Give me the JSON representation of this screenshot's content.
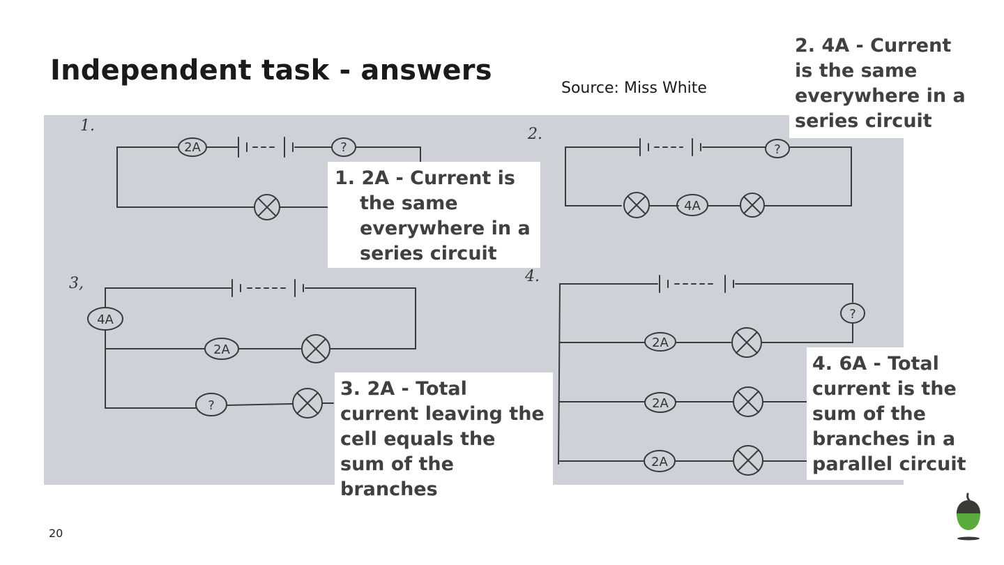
{
  "slide": {
    "title": "Independent task - answers",
    "source": "Source: Miss White",
    "page_number": "20"
  },
  "answers": [
    {
      "lines": [
        "1.  2A - Current is",
        "the same",
        "everywhere in a",
        "series circuit"
      ]
    },
    {
      "lines": [
        "2. 4A - Current",
        "is the same",
        "everywhere in a",
        "series circuit"
      ]
    },
    {
      "lines": [
        "3. 2A - Total",
        "current leaving the",
        "cell equals the",
        "sum of the",
        "branches"
      ]
    },
    {
      "lines": [
        "4. 6A - Total",
        "current is the",
        "sum of the",
        "branches in a",
        "parallel circuit"
      ]
    }
  ],
  "photo": {
    "question_numbers": [
      "1.",
      "2.",
      "3,",
      "4."
    ],
    "meter_labels": {
      "q1_known": "2A",
      "q1_unknown": "?",
      "q2_unknown": "?",
      "q2_known": "4A",
      "q3_total": "4A",
      "q3_branch1": "2A",
      "q3_branch2": "?",
      "q4_total": "?",
      "q4_branch1": "2A",
      "q4_branch2": "2A",
      "q4_branch3": "2A"
    }
  },
  "colors": {
    "photo_background": "#cfd1d8",
    "ink": "#3a3a3a",
    "answer_text": "#404040",
    "logo_green": "#5aaa3c",
    "logo_brown": "#3b3a36"
  },
  "icons": [
    "acorn-logo-icon"
  ]
}
